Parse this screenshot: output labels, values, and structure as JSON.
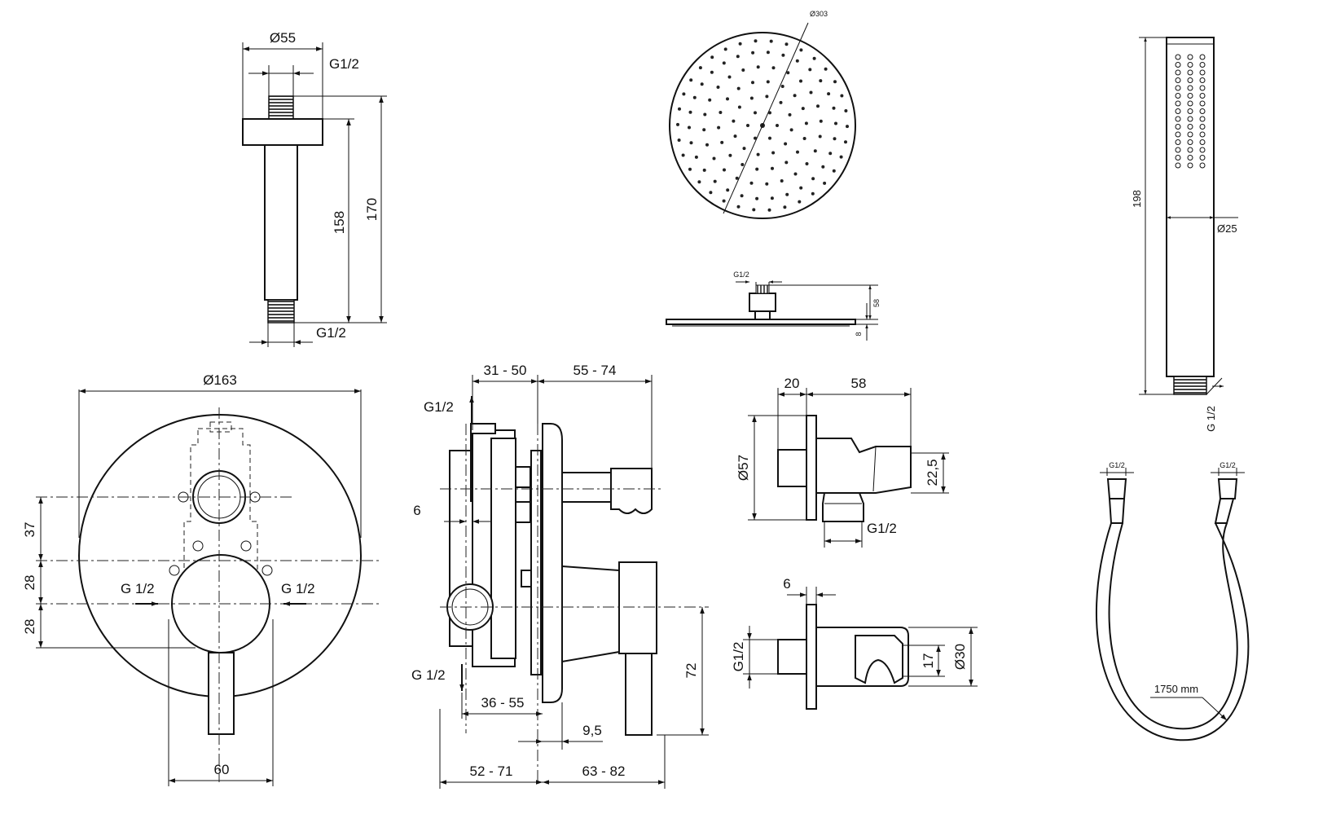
{
  "drawing": {
    "ceiling_arm": {
      "dia": "Ø55",
      "thread_top": "G1/2",
      "thread_bottom": "G1/2",
      "len_inner": "158",
      "len_total": "170"
    },
    "shower_head": {
      "dia": "Ø303",
      "inlet": "G1/2",
      "height": "58",
      "plate": "8"
    },
    "hand_shower": {
      "length": "198",
      "dia": "Ø25",
      "thread": "G 1/2"
    },
    "mixer_front": {
      "dia": "Ø163",
      "d37": "37",
      "d28a": "28",
      "d28b": "28",
      "inlet_left": "G 1/2",
      "inlet_right": "G 1/2",
      "width": "60"
    },
    "mixer_side": {
      "r31_50": "31 - 50",
      "r55_74": "55 - 74",
      "out_top": "G1/2",
      "d6": "6",
      "out_bottom": "G 1/2",
      "d72": "72",
      "r36_55": "36 - 55",
      "d9_5": "9,5",
      "r52_71": "52 - 71",
      "r63_82": "63 - 82"
    },
    "wall_outlet_holder": {
      "d20": "20",
      "d58": "58",
      "dia57": "Ø57",
      "d22_5": "22,5",
      "thread": "G1/2"
    },
    "wall_holder": {
      "d6": "6",
      "thread": "G1/2",
      "d17": "17",
      "dia30": "Ø30"
    },
    "hose": {
      "end_left": "G1/2",
      "end_right": "G1/2",
      "length": "1750 mm"
    }
  }
}
